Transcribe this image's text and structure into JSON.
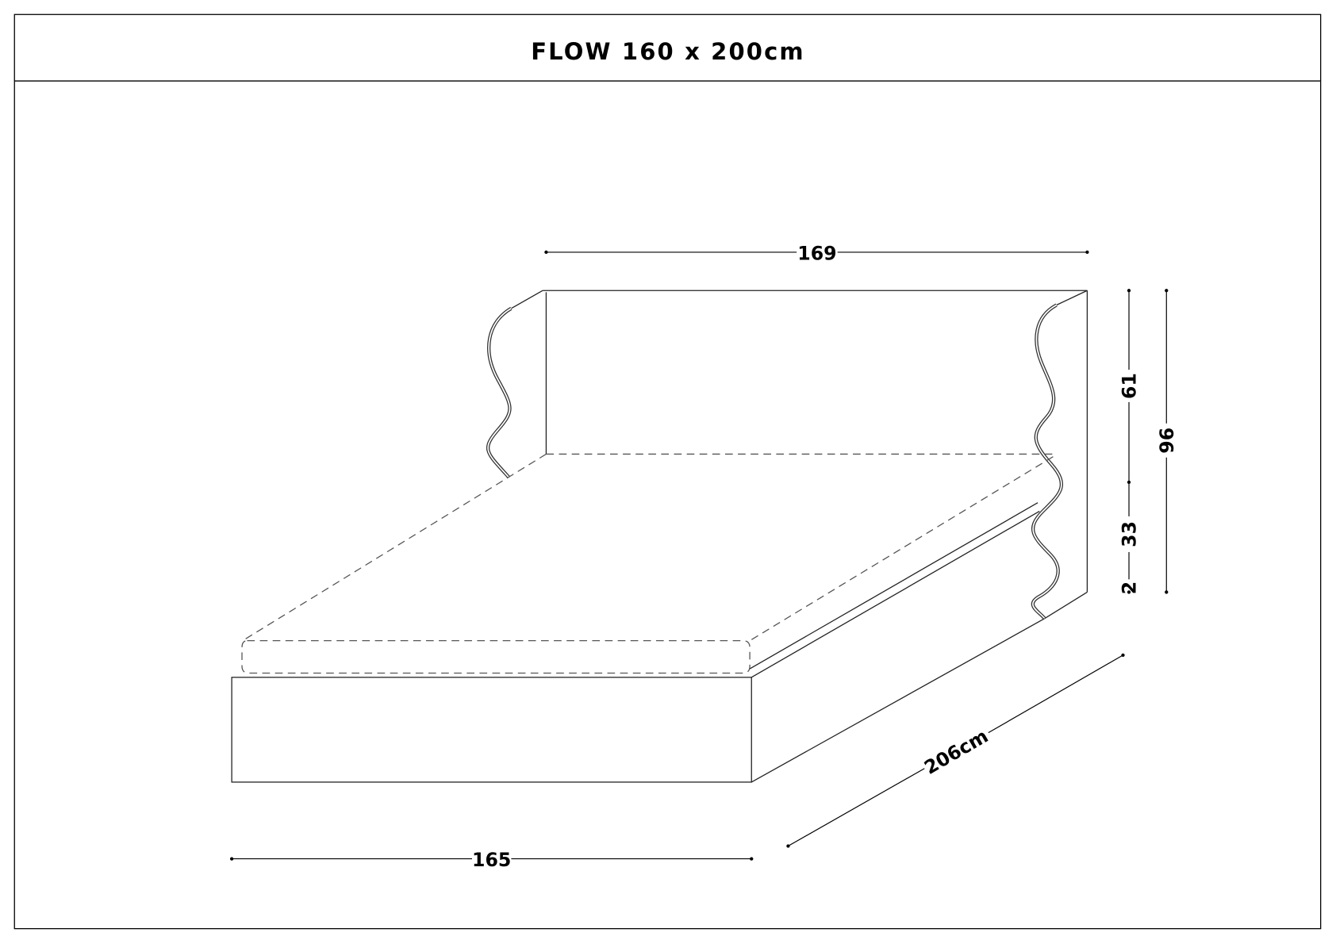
{
  "title": "FLOW 160 x 200cm",
  "dimensions": {
    "headboard_width": "169",
    "base_width": "165",
    "length": "206cm",
    "headboard_height": "61",
    "base_height": "33",
    "leg_height": "2",
    "total_height": "96"
  }
}
